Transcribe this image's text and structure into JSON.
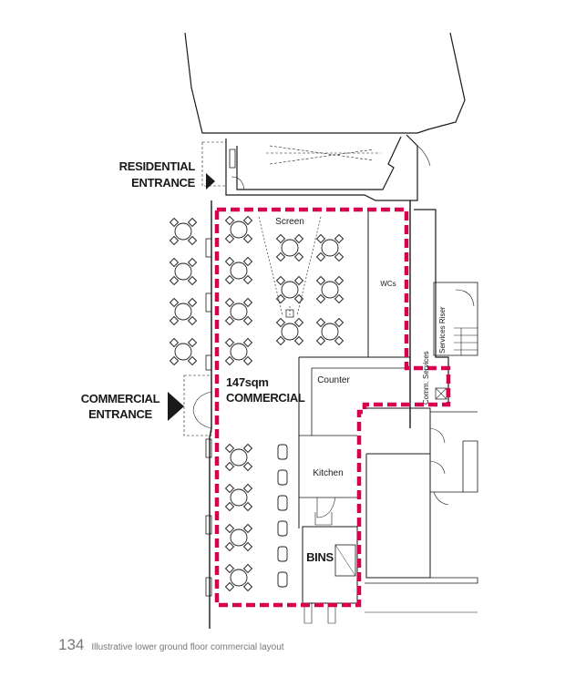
{
  "labels": {
    "residential_entrance": [
      "RESIDENTIAL",
      "ENTRANCE"
    ],
    "commercial_entrance": [
      "COMMERCIAL",
      "ENTRANCE"
    ],
    "area": "147sqm",
    "area_use": "COMMERCIAL",
    "screen": "Screen",
    "wcs": "WCs",
    "counter": "Counter",
    "kitchen": "Kitchen",
    "bins": "BINS",
    "services_riser": "Services Riser",
    "comm_services": "Comm. Services"
  },
  "caption": {
    "page_number": "134",
    "text": "Illustrative lower ground floor commercial layout"
  },
  "colors": {
    "commercial_boundary": "#d6004f",
    "walls": "#1a1a1a"
  }
}
